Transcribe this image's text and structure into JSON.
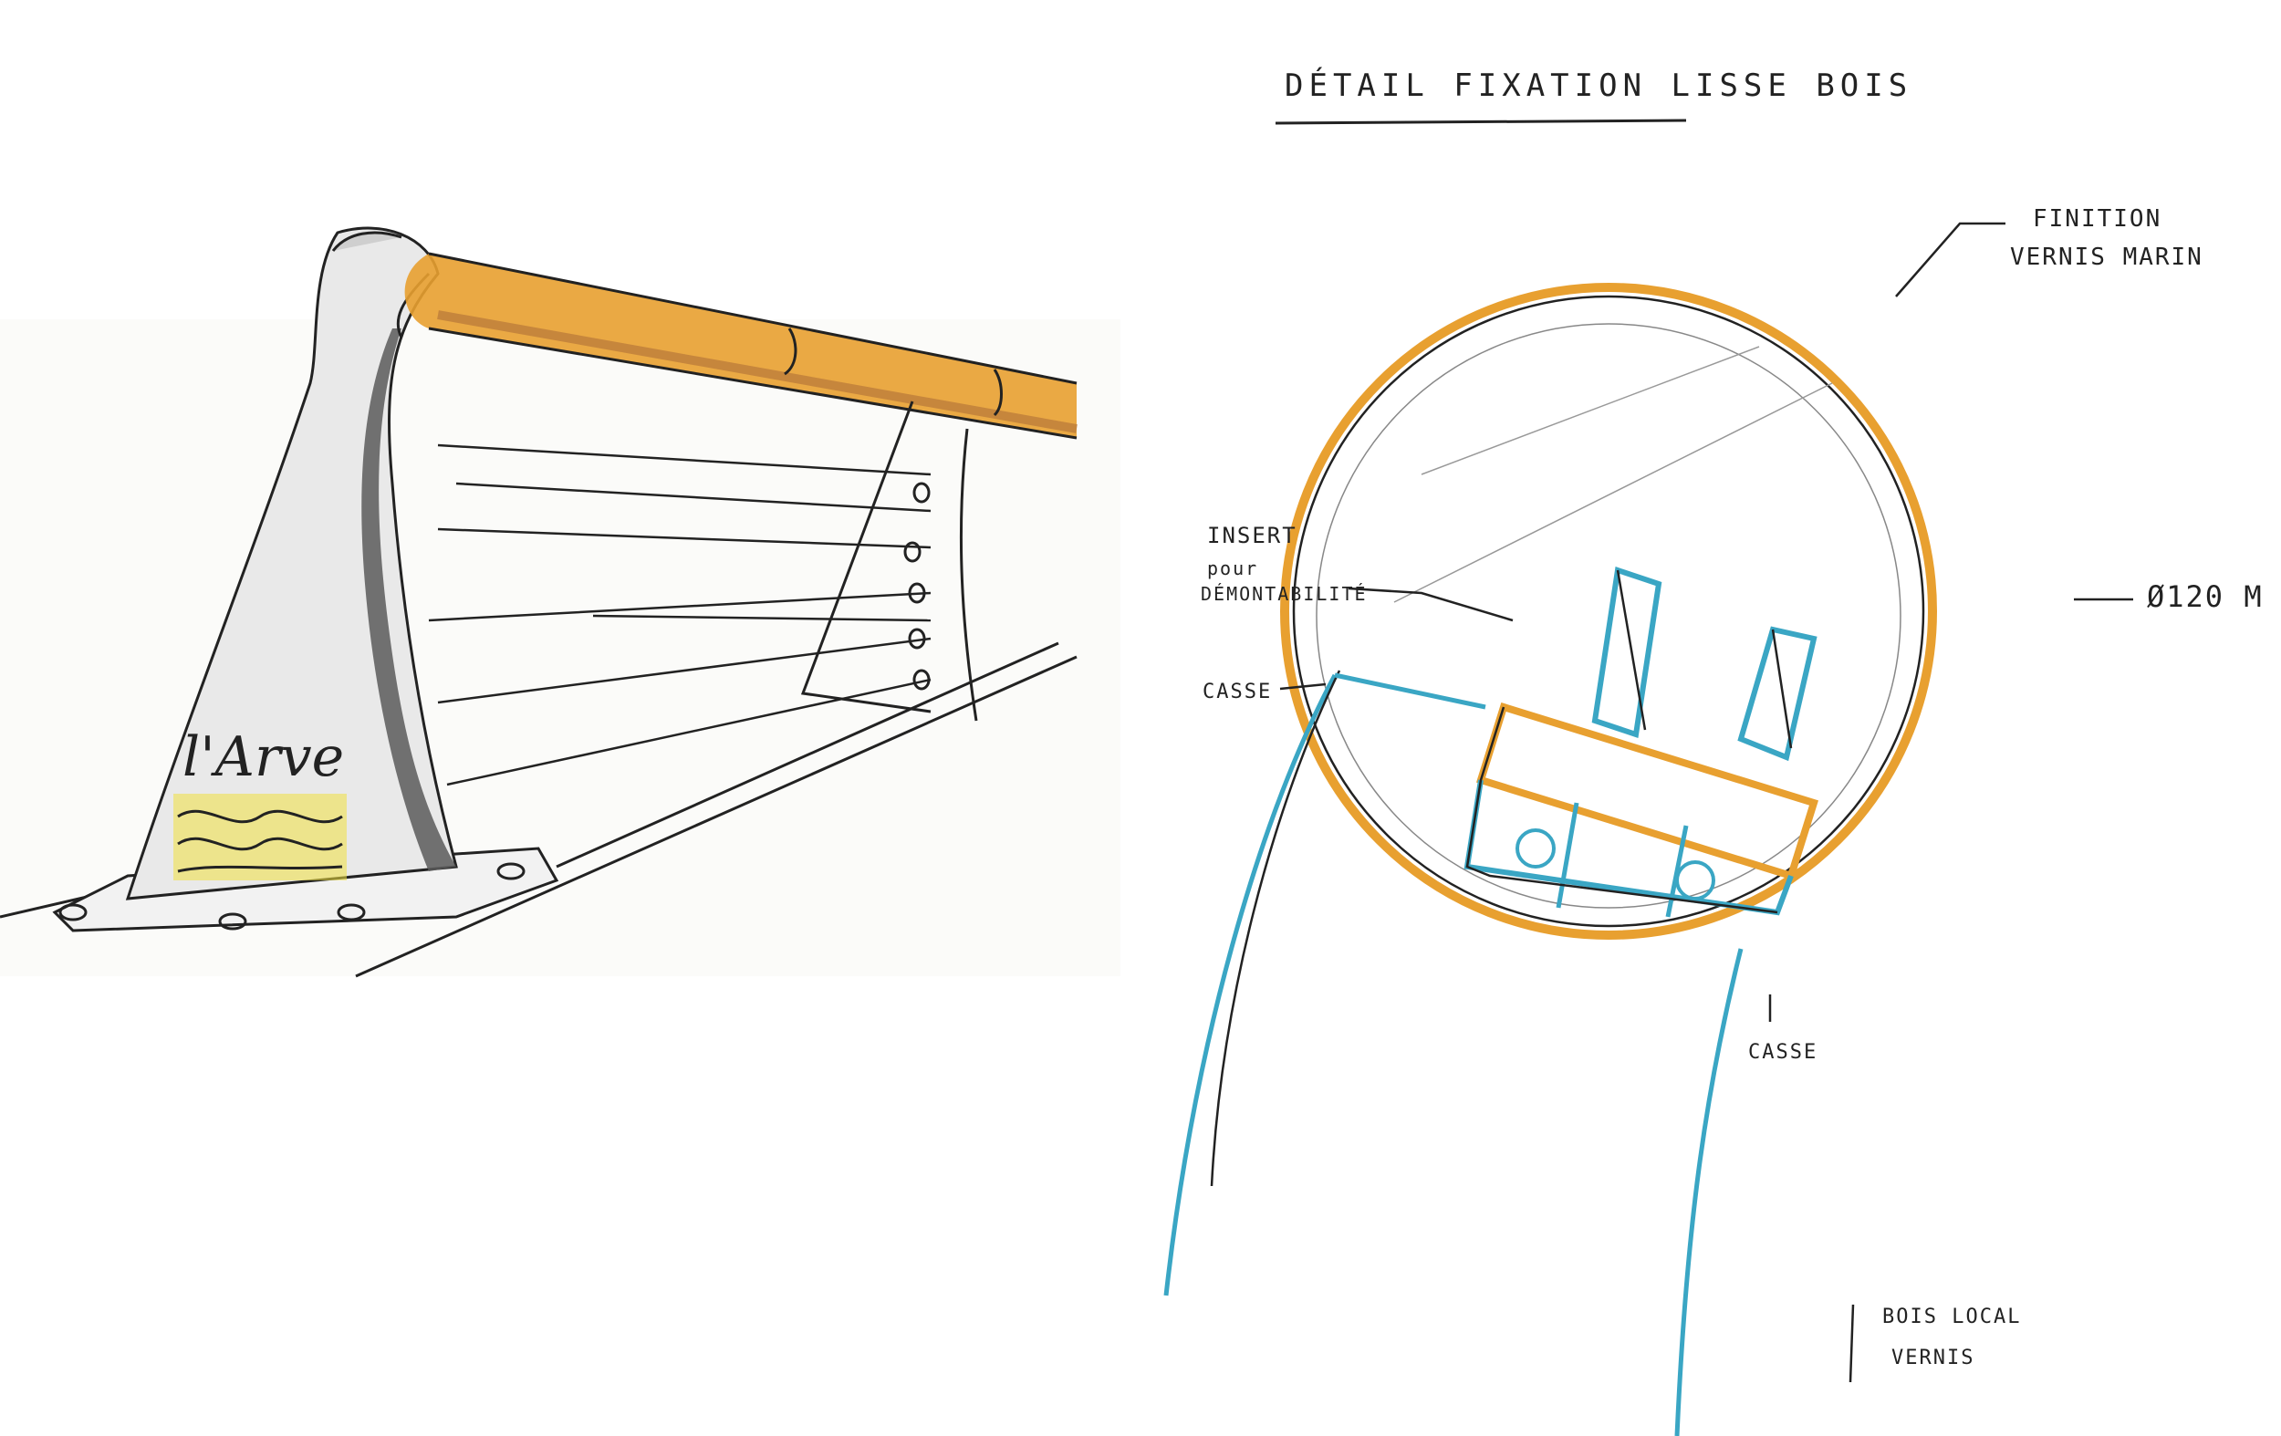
{
  "left_sketch": {
    "pillar_label": "l'Arve"
  },
  "right_sketch": {
    "title": "DÉTAIL FIXATION LISSE BOIS",
    "finish_label_line1": "FINITION",
    "finish_label_line2": "VERNIS MARIN",
    "insert_label_line1": "INSERT",
    "insert_label_line2": "pour",
    "insert_label_line3": "DÉMONTABILITÉ",
    "break_label_left": "CASSE",
    "diameter_label": "Ø120 M",
    "break_label_bottom": "CASSE",
    "wood_label_line1": "BOIS LOCAL",
    "wood_label_line2": "VERNIS"
  },
  "colors": {
    "ink": "#222222",
    "wood_orange": "#e8a030",
    "wood_brown": "#b8783a",
    "graphite": "#5a5a5a",
    "steel_blue": "#3aa6c4",
    "river_yellow": "#f0e040"
  }
}
